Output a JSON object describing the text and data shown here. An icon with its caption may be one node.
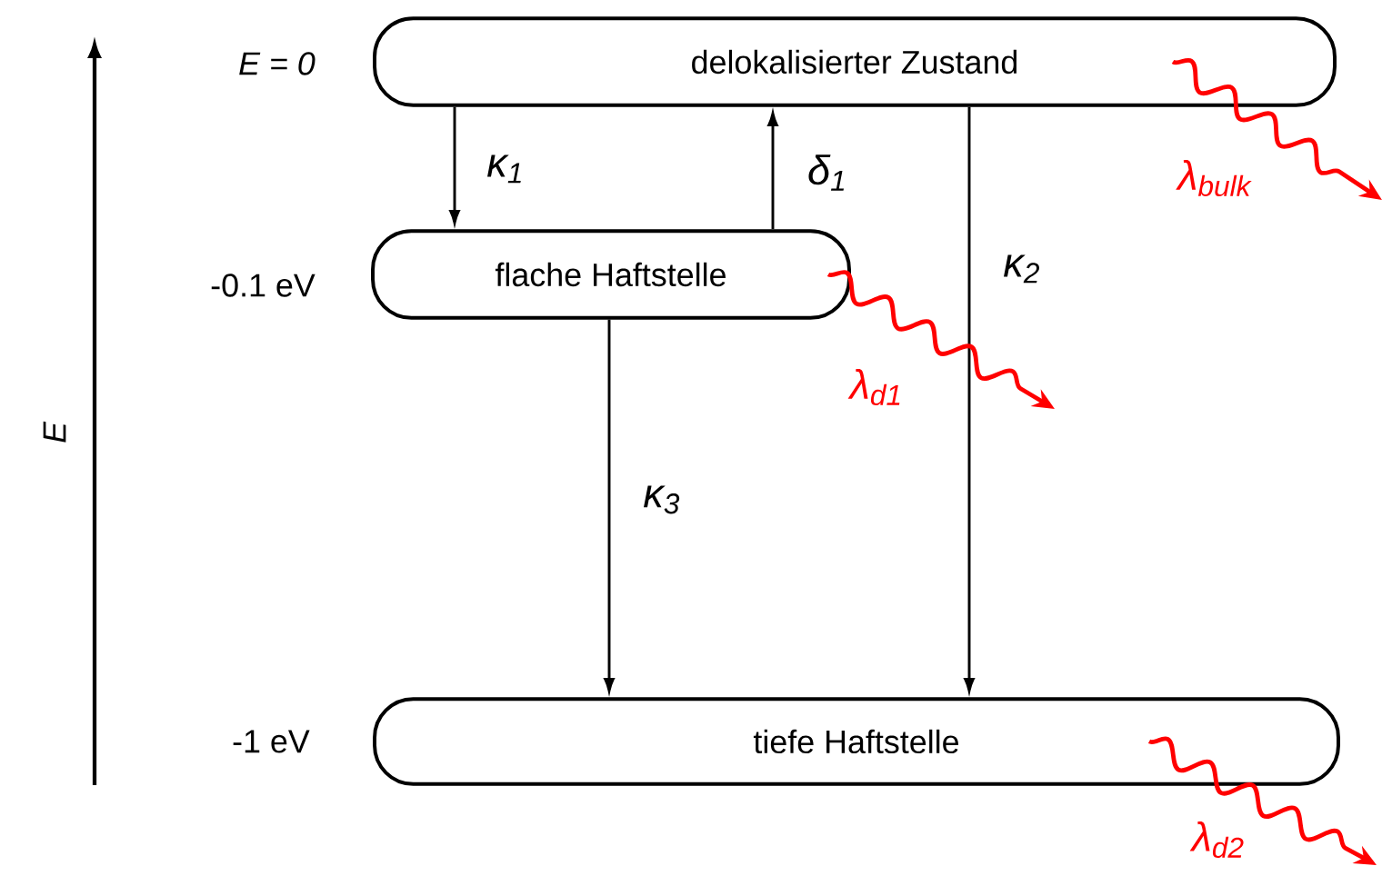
{
  "diagram": {
    "nodes": [
      {
        "text": [
          "delokalisierter Zustand"
        ]
      },
      {
        "text": [
          "flache Haftstelle"
        ]
      },
      {
        "text": [
          "tiefe Haftstelle"
        ]
      }
    ],
    "edges": [
      {
        "from": 0,
        "to": 1,
        "arrow": "to",
        "label": "κ$_{1}$"
      },
      {
        "from": 1,
        "to": 0,
        "arrow": "to",
        "label": "δ$_{1}$"
      },
      {
        "from": 0,
        "to": 2,
        "arrow": "to",
        "label": "κ$_{2}$"
      },
      {
        "from": 1,
        "to": 2,
        "arrow": "to",
        "label": "κ$_{3}$"
      },
      {
        "from": 0,
        "to": null,
        "arrow": "to",
        "label": "λ$_{bulk}$",
        "color": "#ff0000"
      },
      {
        "from": 1,
        "to": null,
        "arrow": "to",
        "label": "λ$_{d1}$",
        "color": "#ff0000"
      },
      {
        "from": 2,
        "to": null,
        "arrow": "to",
        "label": "λ$_{d2}$",
        "color": "#ff0000"
      }
    ],
    "labels": [
      "E = 0",
      "-0.1 eV",
      "-1 eV",
      "E"
    ]
  }
}
